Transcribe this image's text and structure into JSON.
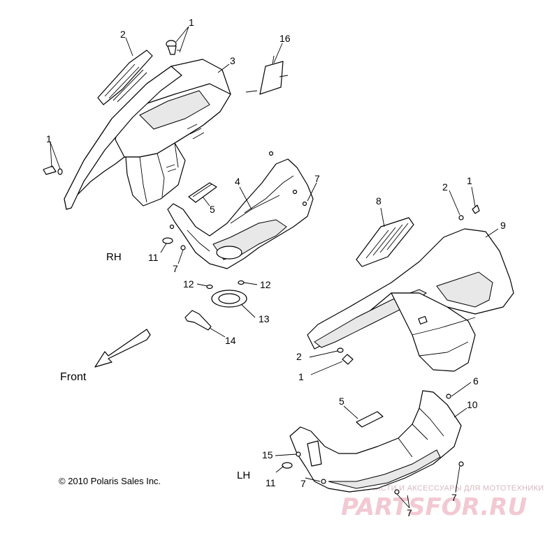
{
  "callouts": [
    {
      "id": "c1a",
      "text": "1"
    },
    {
      "id": "c2a",
      "text": "2"
    },
    {
      "id": "c3",
      "text": "3"
    },
    {
      "id": "c16",
      "text": "16"
    },
    {
      "id": "c1b",
      "text": "1"
    },
    {
      "id": "c4",
      "text": "4"
    },
    {
      "id": "c7a",
      "text": "7"
    },
    {
      "id": "c5a",
      "text": "5"
    },
    {
      "id": "c11a",
      "text": "11"
    },
    {
      "id": "c7b",
      "text": "7"
    },
    {
      "id": "c12a",
      "text": "12"
    },
    {
      "id": "c12b",
      "text": "12"
    },
    {
      "id": "c13",
      "text": "13"
    },
    {
      "id": "c14",
      "text": "14"
    },
    {
      "id": "c8",
      "text": "8"
    },
    {
      "id": "c2b",
      "text": "2"
    },
    {
      "id": "c1c",
      "text": "1"
    },
    {
      "id": "c9",
      "text": "9"
    },
    {
      "id": "c2c",
      "text": "2"
    },
    {
      "id": "c1d",
      "text": "1"
    },
    {
      "id": "c6",
      "text": "6"
    },
    {
      "id": "c5b",
      "text": "5"
    },
    {
      "id": "c10",
      "text": "10"
    },
    {
      "id": "c15",
      "text": "15"
    },
    {
      "id": "c11b",
      "text": "11"
    },
    {
      "id": "c7c",
      "text": "7"
    },
    {
      "id": "c7d",
      "text": "7"
    },
    {
      "id": "c7e",
      "text": "7"
    }
  ],
  "labels": {
    "rh": "RH",
    "lh": "LH",
    "front": "Front",
    "copyright": "© 2010 Polaris Sales Inc."
  },
  "watermark": {
    "tagline": "ЗАПЧАСТИ И АКСЕССУАРЫ ДЛЯ МОТОТЕХНИКИ",
    "brand": "PARTSFOR.RU"
  }
}
